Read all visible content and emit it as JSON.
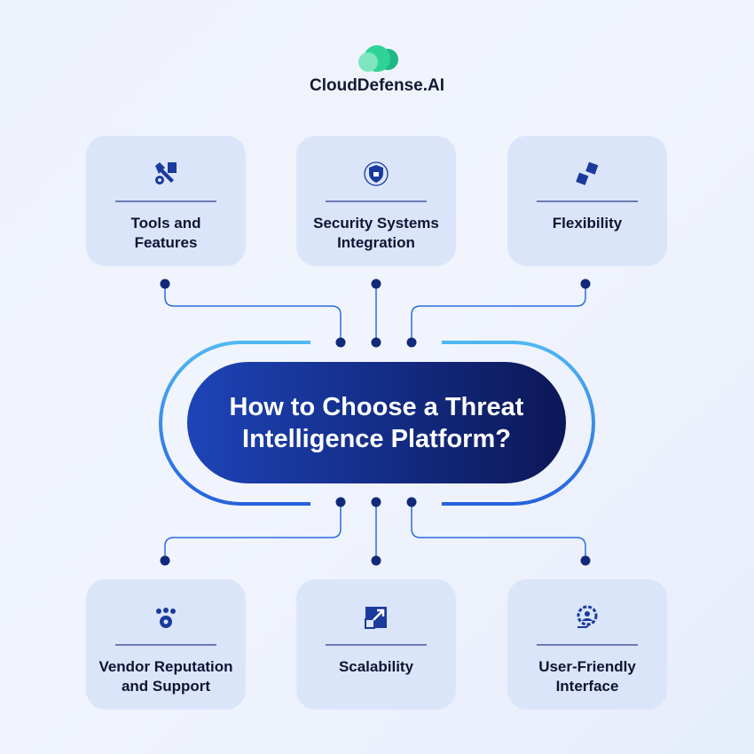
{
  "brand": {
    "name": "CloudDefense.AI",
    "color": "#2fd39a"
  },
  "title": "How to Choose a Threat Intelligence Platform?",
  "top_cards": [
    {
      "label": "Tools and Features",
      "icon": "tools-icon"
    },
    {
      "label": "Security Systems Integration",
      "icon": "shield-lock-icon"
    },
    {
      "label": "Flexibility",
      "icon": "puzzle-icon"
    }
  ],
  "bottom_cards": [
    {
      "label": "Vendor Reputation and Support",
      "icon": "team-gear-icon"
    },
    {
      "label": "Scalability",
      "icon": "expand-arrow-icon"
    },
    {
      "label": "User-Friendly Interface",
      "icon": "user-gear-icon"
    }
  ],
  "colors": {
    "accent": "#1d44b8",
    "dark": "#0c1757",
    "line": "#2a6de0",
    "card": "#dbe5fa"
  }
}
